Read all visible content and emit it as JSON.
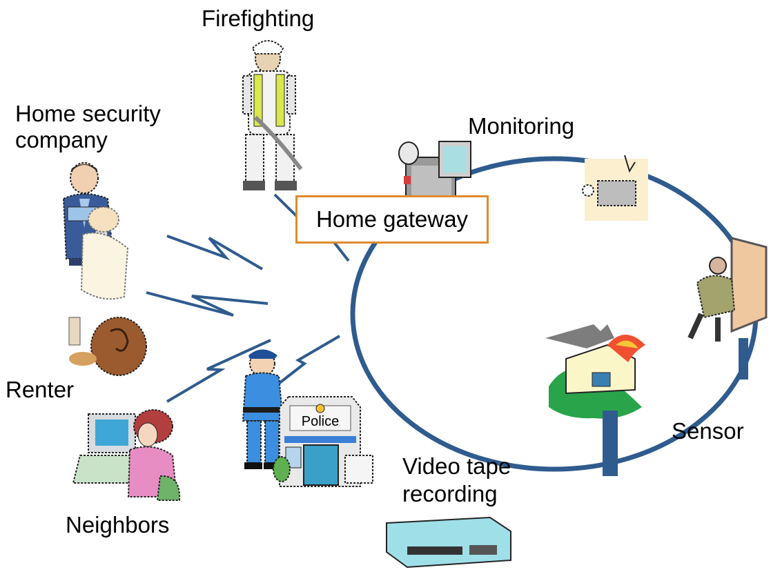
{
  "gateway": {
    "label": "Home gateway"
  },
  "labels": {
    "firefighting": "Firefighting",
    "home_security_line1": "Home security",
    "home_security_line2": "company",
    "renter": "Renter",
    "neighbors": "Neighbors",
    "monitoring": "Monitoring",
    "sensor": "Sensor",
    "video_line1": "Video tape",
    "video_line2": "recording",
    "police_sign": "Police"
  },
  "colors": {
    "network": "#2f5b8e",
    "gateway_border": "#e08a2c",
    "background": "#ffffff"
  },
  "icons": [
    "firefighter-icon",
    "security-guard-icon",
    "renter-icon",
    "neighbor-computer-icon",
    "police-officer-icon",
    "police-station-icon",
    "camcorder-icon",
    "monitor-device-icon",
    "intruder-sensor-icon",
    "house-fire-icon",
    "vcr-icon"
  ]
}
